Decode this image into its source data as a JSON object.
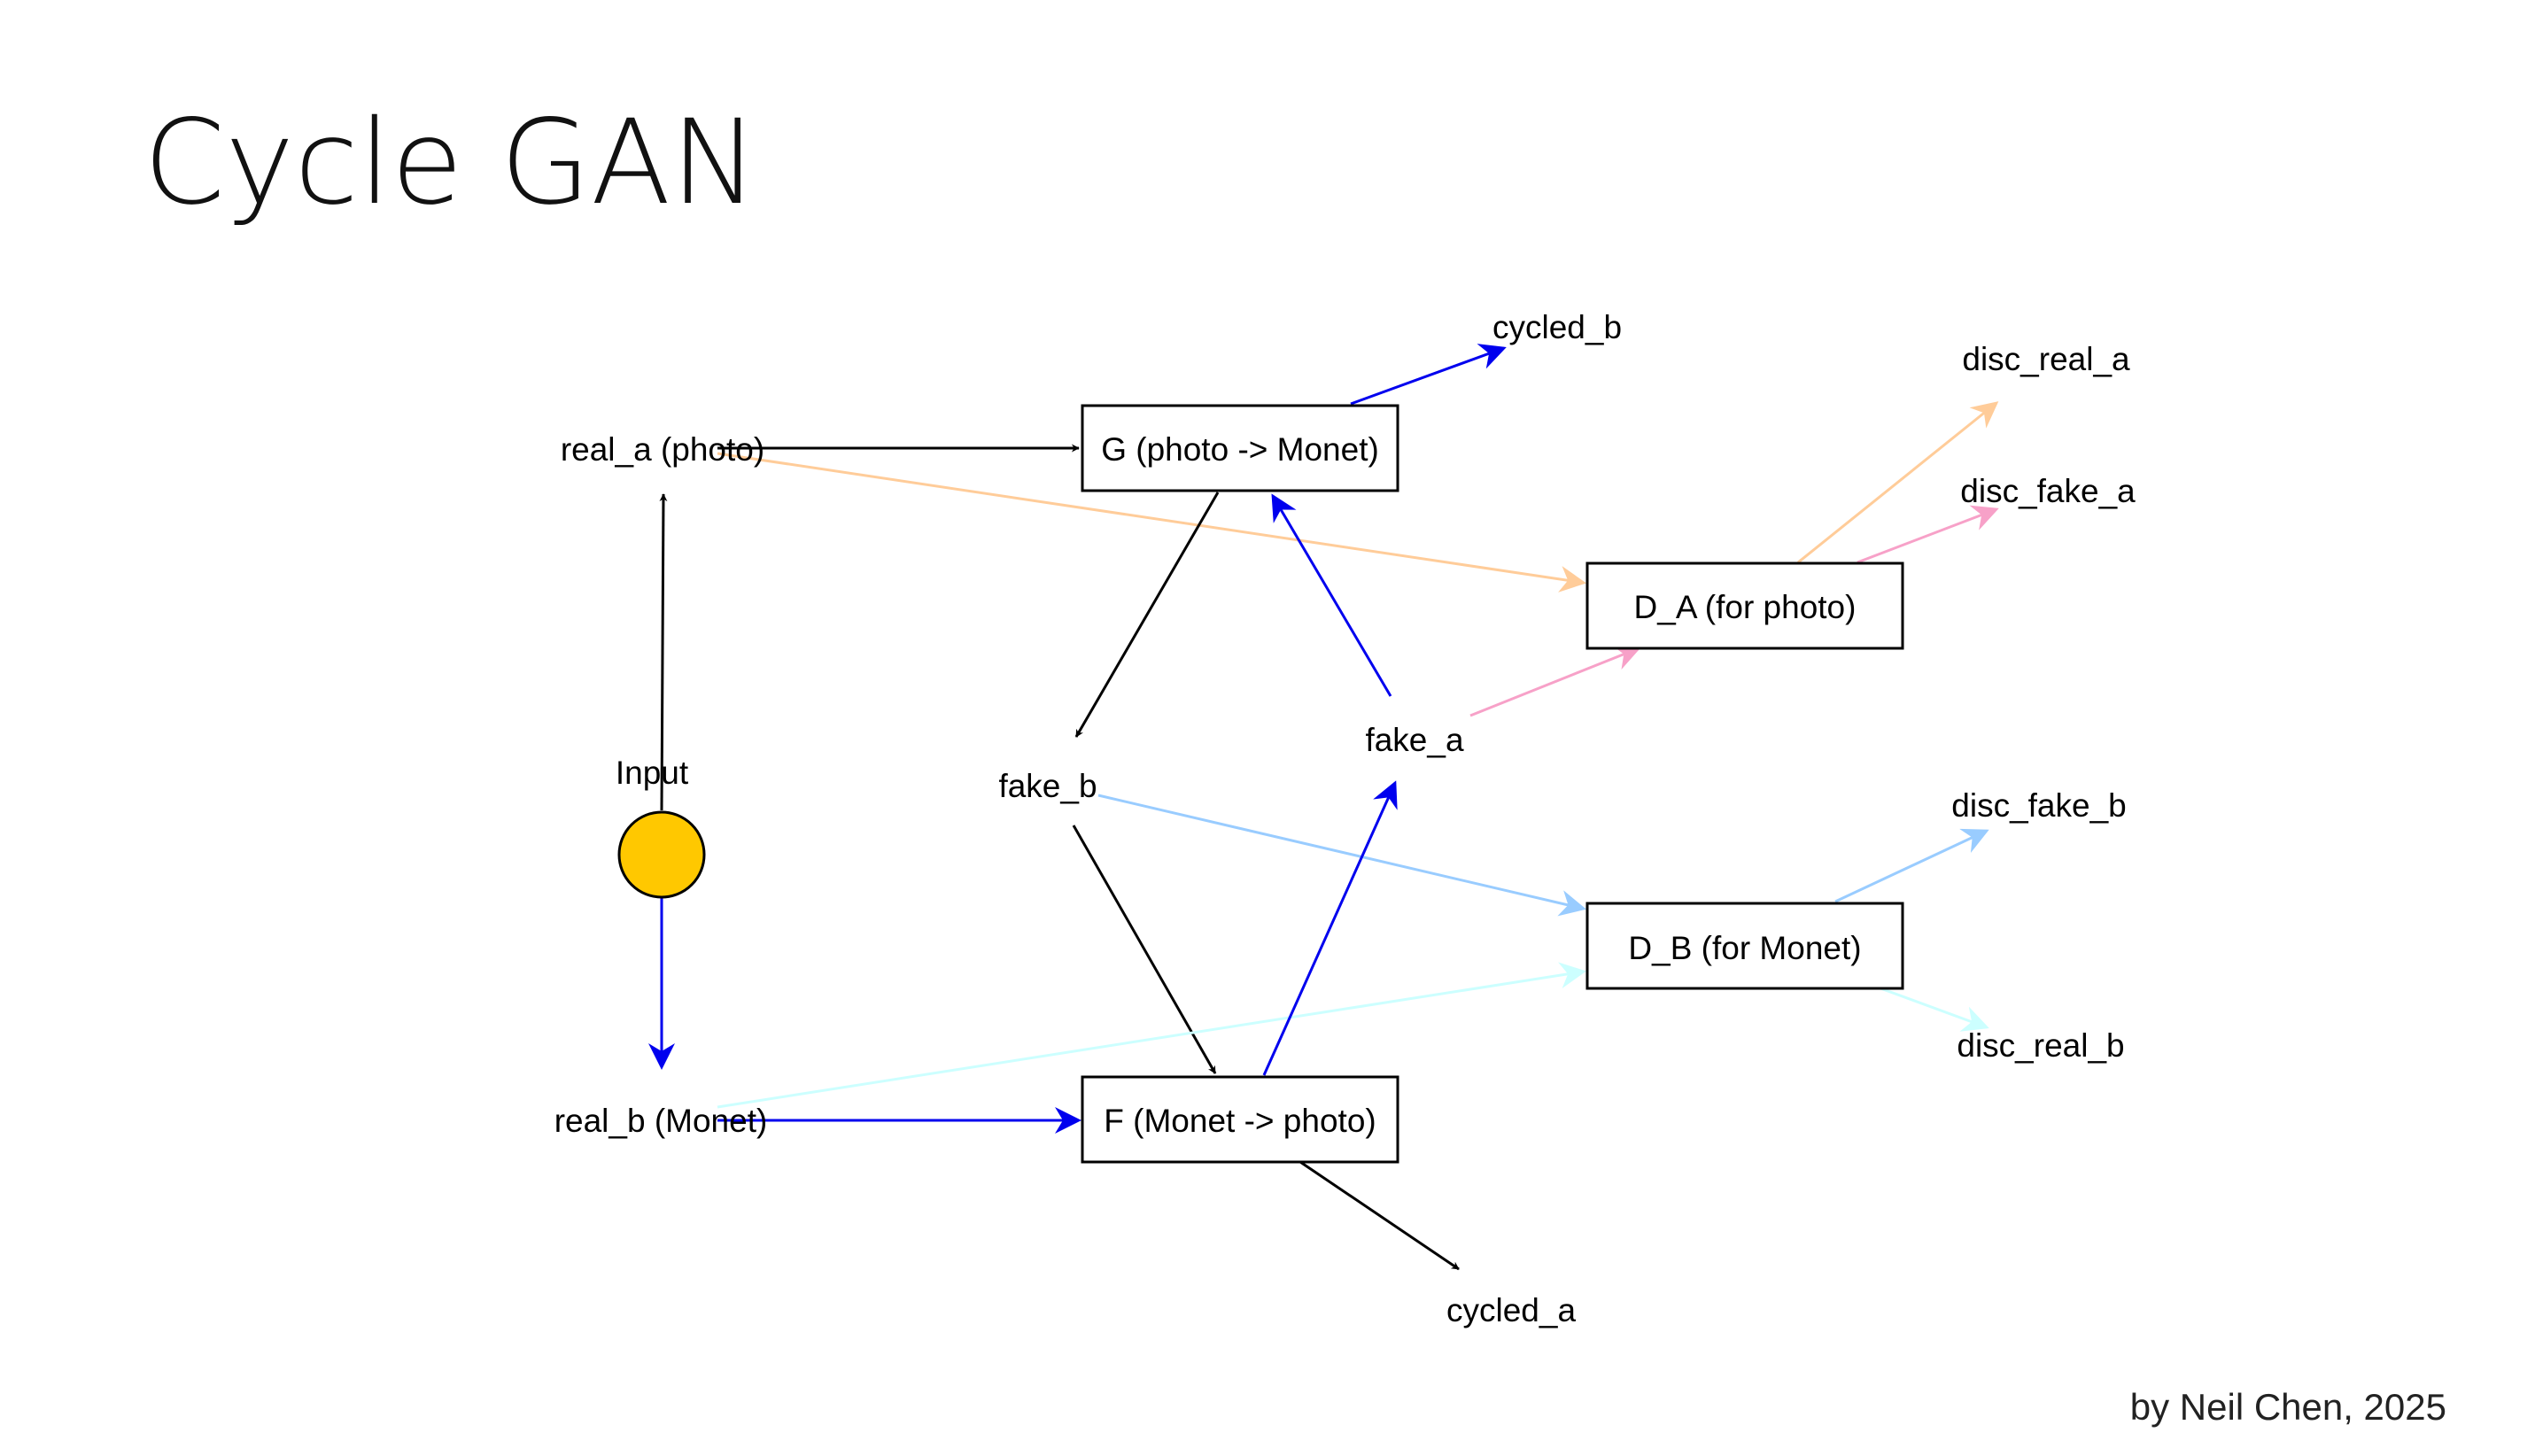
{
  "slide": {
    "title": "Cycle GAN",
    "credit": "by Neil Chen, 2025"
  },
  "diagram": {
    "input_node": {
      "label": "Input",
      "fill": "#FFC800"
    },
    "boxes": {
      "g": "G (photo -> Monet)",
      "f": "F (Monet -> photo)",
      "da": "D_A (for photo)",
      "db": "D_B (for Monet)"
    },
    "labels": {
      "real_a": "real_a (photo)",
      "real_b": "real_b (Monet)",
      "fake_b": "fake_b",
      "fake_a": "fake_a",
      "cycled_b": "cycled_b",
      "cycled_a": "cycled_a",
      "disc_real_a": "disc_real_a",
      "disc_fake_a": "disc_fake_a",
      "disc_fake_b": "disc_fake_b",
      "disc_real_b": "disc_real_b"
    },
    "edge_colors": {
      "black": "#000000",
      "blue": "#0000EE",
      "orange": "#FFCC99",
      "pink": "#F7A1C8",
      "lightblue": "#99CCFF",
      "cyan": "#CCFFFF"
    }
  }
}
